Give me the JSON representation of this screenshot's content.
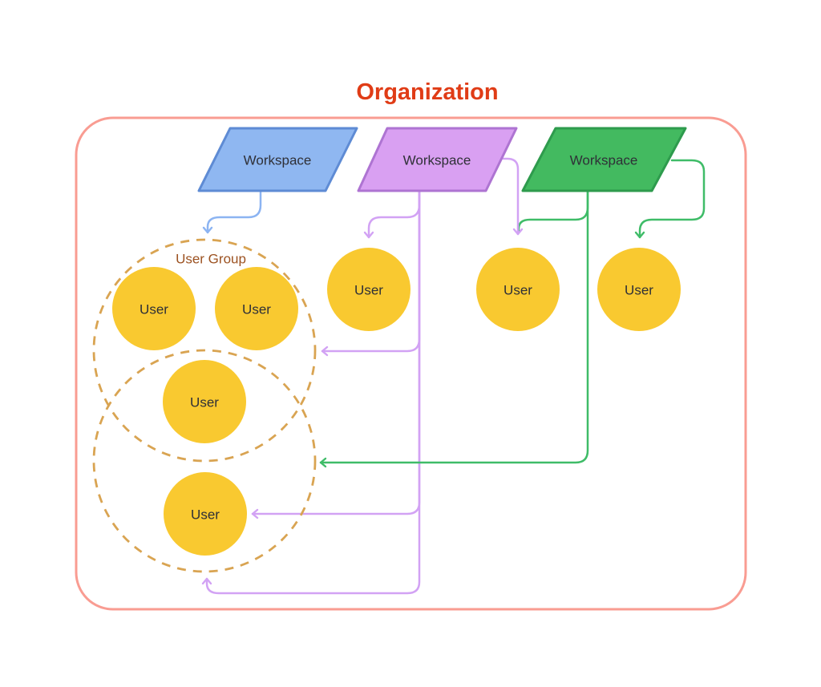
{
  "title": "Organization",
  "workspaces": [
    {
      "label": "Workspace",
      "fill": "#8FB7F1",
      "stroke": "#5E8BD4"
    },
    {
      "label": "Workspace",
      "fill": "#D9A0F2",
      "stroke": "#AE74D2"
    },
    {
      "label": "Workspace",
      "fill": "#43BA60",
      "stroke": "#2E9B4D"
    }
  ],
  "user_group": {
    "label": "User Group",
    "stroke": "#D9A452",
    "label_color": "#9C5221"
  },
  "users": [
    {
      "label": "User"
    },
    {
      "label": "User"
    },
    {
      "label": "User"
    },
    {
      "label": "User"
    },
    {
      "label": "User"
    },
    {
      "label": "User"
    },
    {
      "label": "User"
    }
  ],
  "colors": {
    "title": "#E03C16",
    "org_border": "#F99C92",
    "user_fill": "#F9C930",
    "node_text": "#2F3037",
    "edge_blue": "#8CB4F2",
    "edge_purple": "#D2A2F4",
    "edge_green": "#3FBC68",
    "background": "#FFFFFF"
  }
}
